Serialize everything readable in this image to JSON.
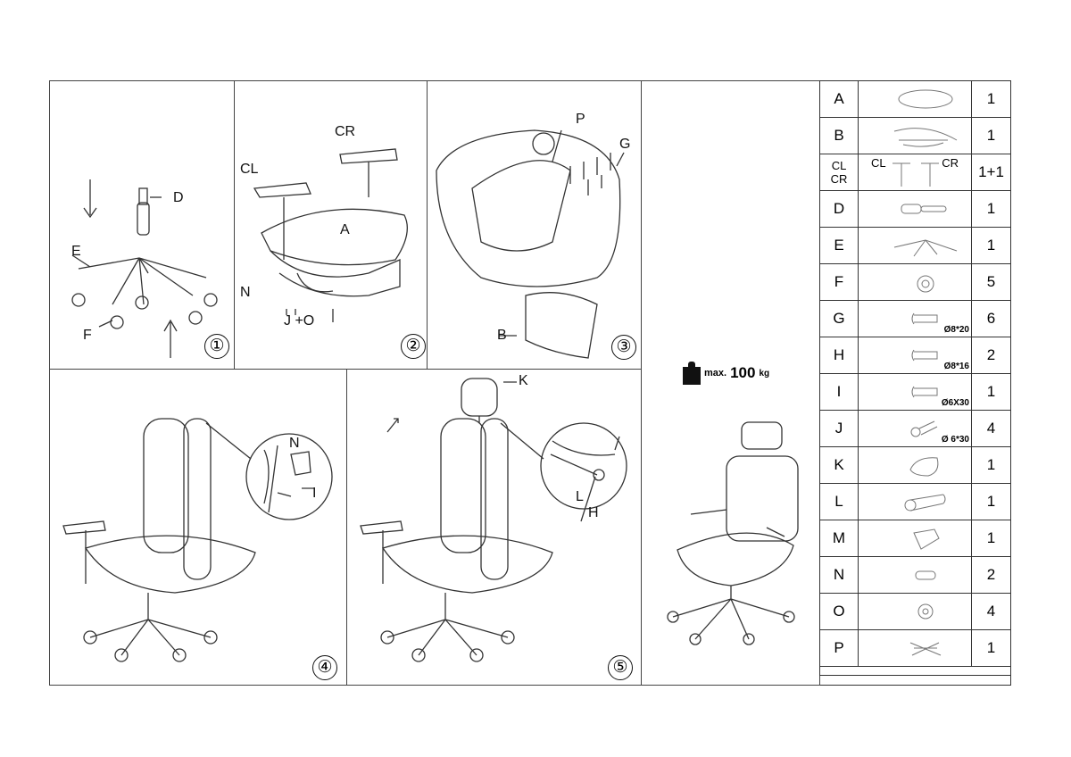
{
  "steps": [
    {
      "number": "①",
      "labels": {
        "d": "D",
        "e": "E",
        "f": "F"
      }
    },
    {
      "number": "②",
      "labels": {
        "cr": "CR",
        "cl": "CL",
        "a": "A",
        "n": "N",
        "jo": "J +O"
      }
    },
    {
      "number": "③",
      "labels": {
        "p": "P",
        "g": "G",
        "b": "B"
      }
    },
    {
      "number": "④",
      "labels": {
        "n": "N",
        "i": "I"
      }
    },
    {
      "number": "⑤",
      "labels": {
        "k": "K",
        "l": "L",
        "h": "H"
      }
    }
  ],
  "weight": {
    "prefix": "max.",
    "value": "100",
    "unit": "kg"
  },
  "parts": [
    {
      "code": "A",
      "qty": "1",
      "icon": "seat-icon"
    },
    {
      "code": "B",
      "qty": "1",
      "icon": "frame-icon"
    },
    {
      "code": "CL CR",
      "labels": [
        "CL",
        "CR"
      ],
      "qty": "1+1",
      "icon": "armrest-icon"
    },
    {
      "code": "D",
      "qty": "1",
      "icon": "gas-lift-icon"
    },
    {
      "code": "E",
      "qty": "1",
      "icon": "base-icon"
    },
    {
      "code": "F",
      "qty": "5",
      "icon": "caster-icon"
    },
    {
      "code": "G",
      "qty": "6",
      "spec": "Ø8*20",
      "icon": "bolt-icon"
    },
    {
      "code": "H",
      "qty": "2",
      "spec": "Ø8*16",
      "icon": "bolt-icon"
    },
    {
      "code": "I",
      "qty": "1",
      "spec": "Ø6X30",
      "icon": "bolt-icon"
    },
    {
      "code": "J",
      "qty": "4",
      "spec": "Ø 6*30",
      "icon": "screw-icon"
    },
    {
      "code": "K",
      "qty": "1",
      "icon": "headrest-bracket-icon"
    },
    {
      "code": "L",
      "qty": "1",
      "icon": "tube-icon"
    },
    {
      "code": "M",
      "qty": "1",
      "icon": "bracket-icon"
    },
    {
      "code": "N",
      "qty": "2",
      "icon": "clip-icon"
    },
    {
      "code": "O",
      "qty": "4",
      "icon": "washer-icon"
    },
    {
      "code": "P",
      "qty": "1",
      "icon": "mechanism-icon"
    }
  ]
}
